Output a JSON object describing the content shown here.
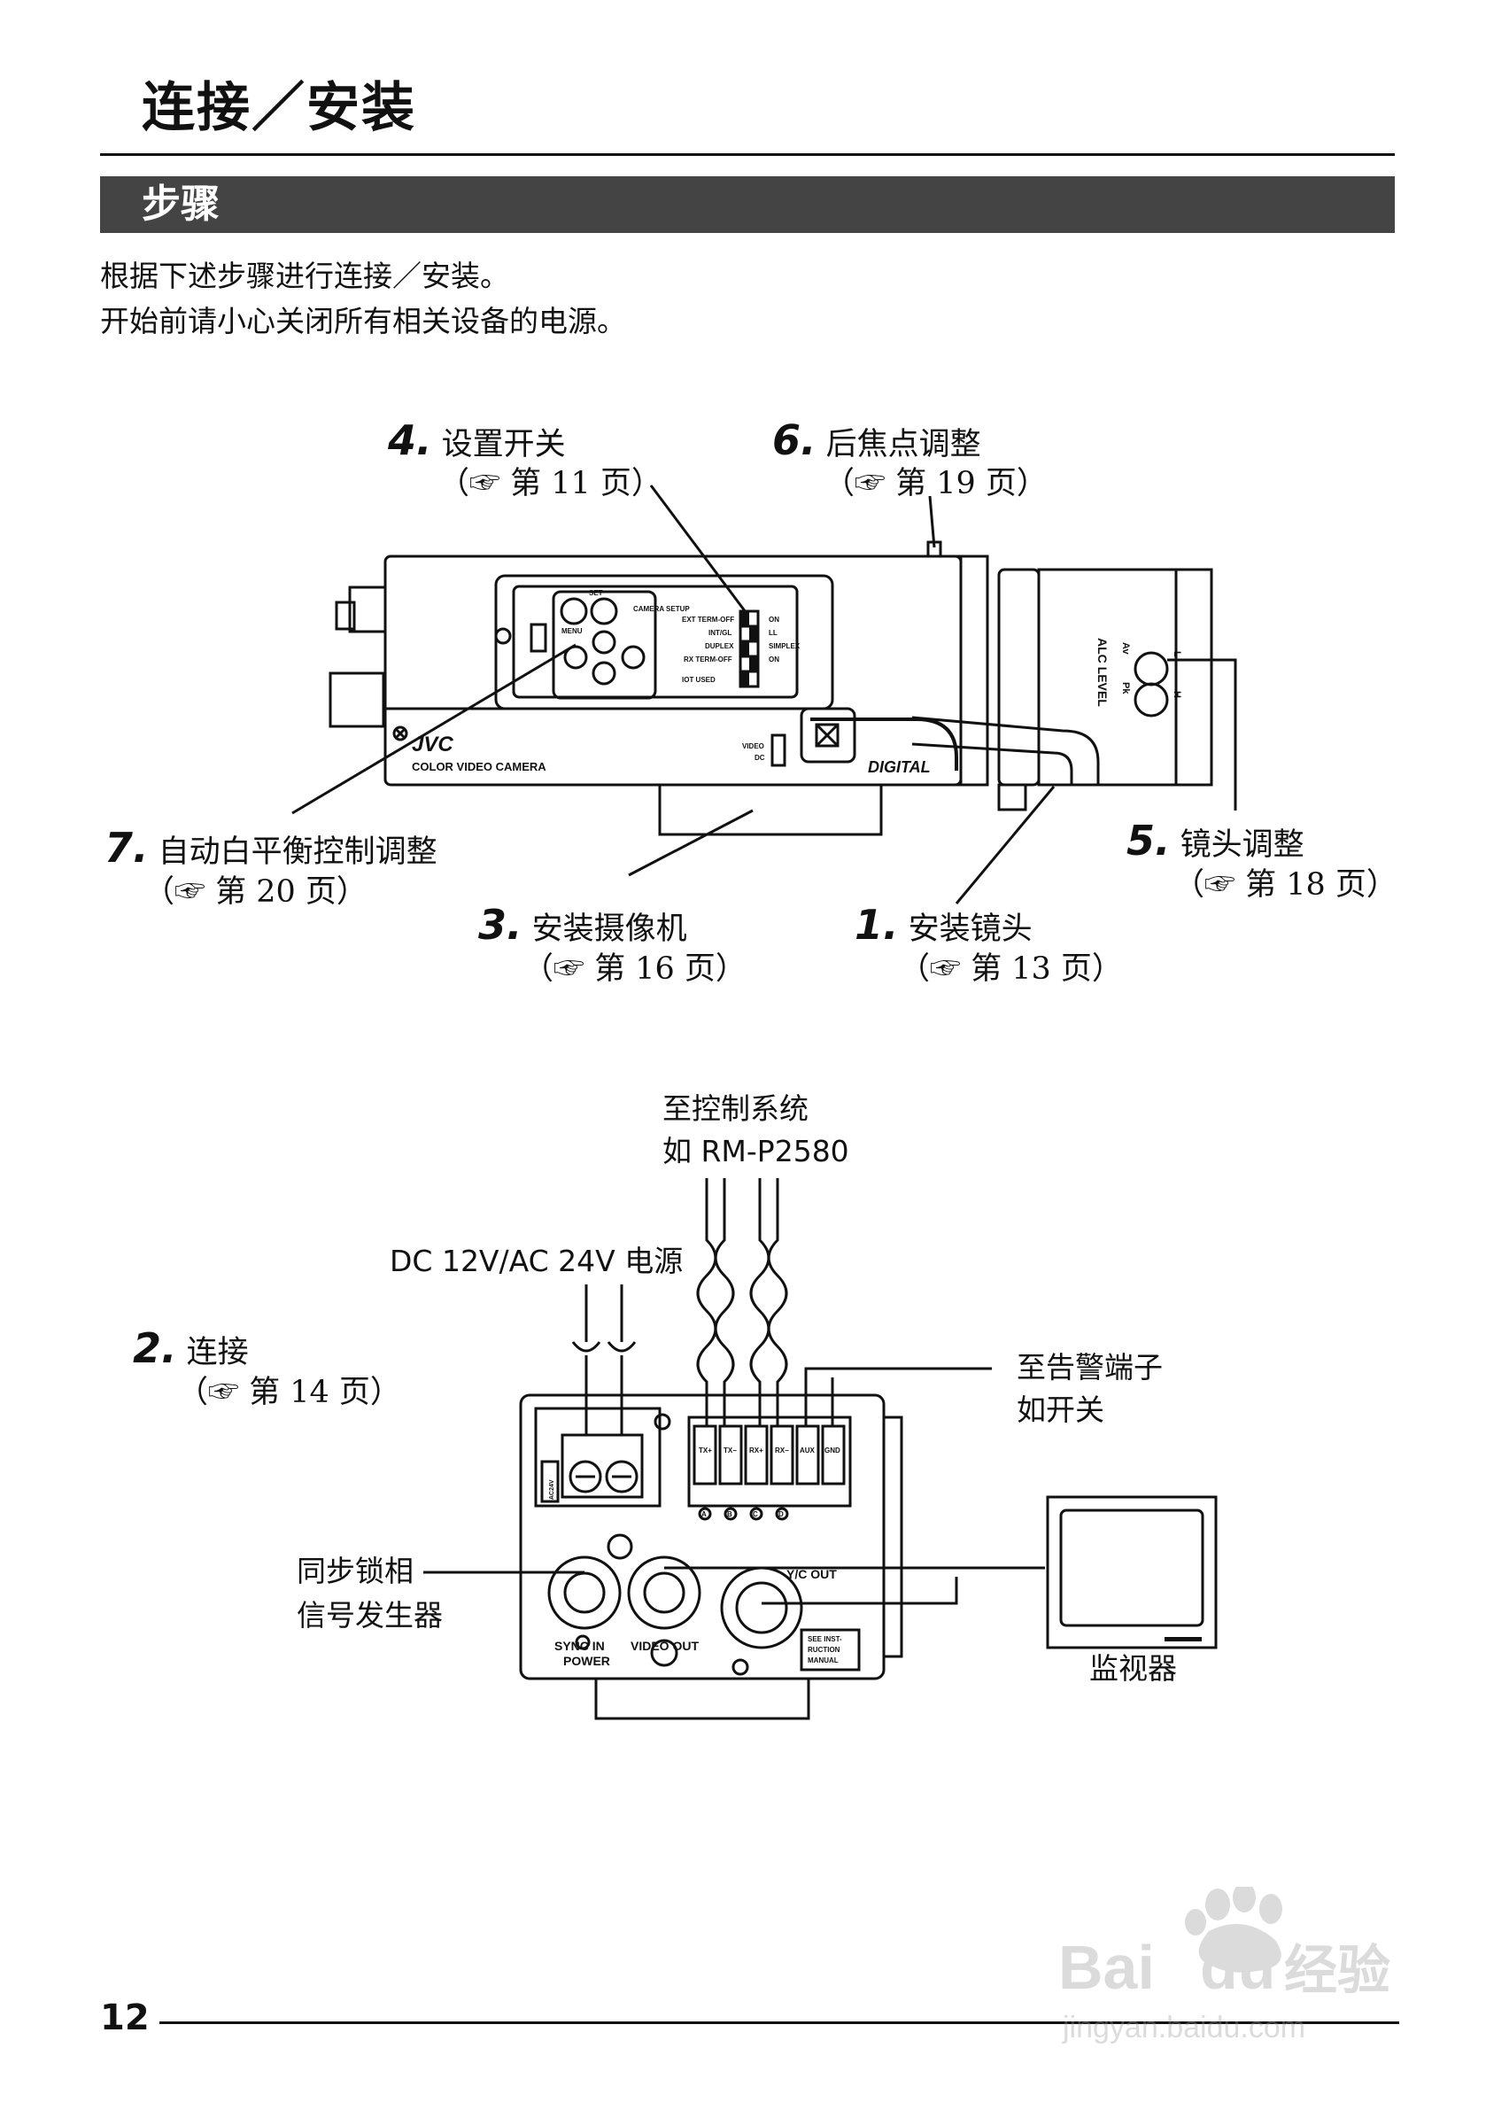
{
  "page": {
    "title": "连接／安装",
    "section": "步骤",
    "intro": [
      "根据下述步骤进行连接／安装。",
      "开始前请小心关闭所有相关设备的电源。"
    ],
    "page_number": "12"
  },
  "steps": [
    {
      "num": "4.",
      "label": "设置开关",
      "ref": "（☞ 第 11 页）"
    },
    {
      "num": "6.",
      "label": "后焦点调整",
      "ref": "（☞ 第 19 页）"
    },
    {
      "num": "7.",
      "label": "自动白平衡控制调整",
      "ref": "（☞ 第 20 页）"
    },
    {
      "num": "3.",
      "label": "安装摄像机",
      "ref": "（☞ 第 16 页）"
    },
    {
      "num": "1.",
      "label": "安装镜头",
      "ref": "（☞ 第 13 页）"
    },
    {
      "num": "5.",
      "label": "镜头调整",
      "ref": "（☞ 第 18 页）"
    },
    {
      "num": "2.",
      "label": "连接",
      "ref": "（☞ 第 14 页）"
    }
  ],
  "camera_labels": {
    "brand": "JVC",
    "model_text": "COLOR  VIDEO  CAMERA",
    "digital": "DIGITAL",
    "set": "SET",
    "menu": "MENU",
    "camera_setup": "CAMERA SETUP",
    "ext_term": "EXT TERM-OFF",
    "int_gl": "INT/GL",
    "duplex": "DUPLEX",
    "rx_term": "RX TERM-OFF",
    "iot_used": "IOT USED",
    "on": "ON",
    "ll": "LL",
    "simplex": "SIMPLEX",
    "on2": "ON",
    "video": "VIDEO",
    "dc": "DC",
    "alc_level": "ALC LEVEL",
    "av": "Av",
    "pk": "Pk",
    "l": "L",
    "h": "H"
  },
  "connection": {
    "control_system": "至控制系统",
    "control_model": "如 RM-P2580",
    "power": "DC 12V/AC 24V 电源",
    "alarm": "至告警端子",
    "alarm_example": "如开关",
    "sync_gen_1": "同步锁相",
    "sync_gen_2": "信号发生器",
    "monitor": "监视器"
  },
  "rear_panel": {
    "terminals": [
      "TX+",
      "TX−",
      "RX+",
      "RX−",
      "AUX",
      "GND"
    ],
    "terminal_marks": [
      "A",
      "B",
      "C",
      "D"
    ],
    "sync_in": "SYNC IN",
    "video_out": "VIDEO OUT",
    "yc_out": "Y/C OUT",
    "power": "POWER",
    "see_manual": [
      "SEE INST-",
      "RUCTION",
      "MANUAL"
    ],
    "power_rating": "AC24V"
  },
  "watermark": {
    "brand": "Bai",
    "brand2": "du",
    "service": "经验",
    "url": "jingyan.baidu.com"
  }
}
